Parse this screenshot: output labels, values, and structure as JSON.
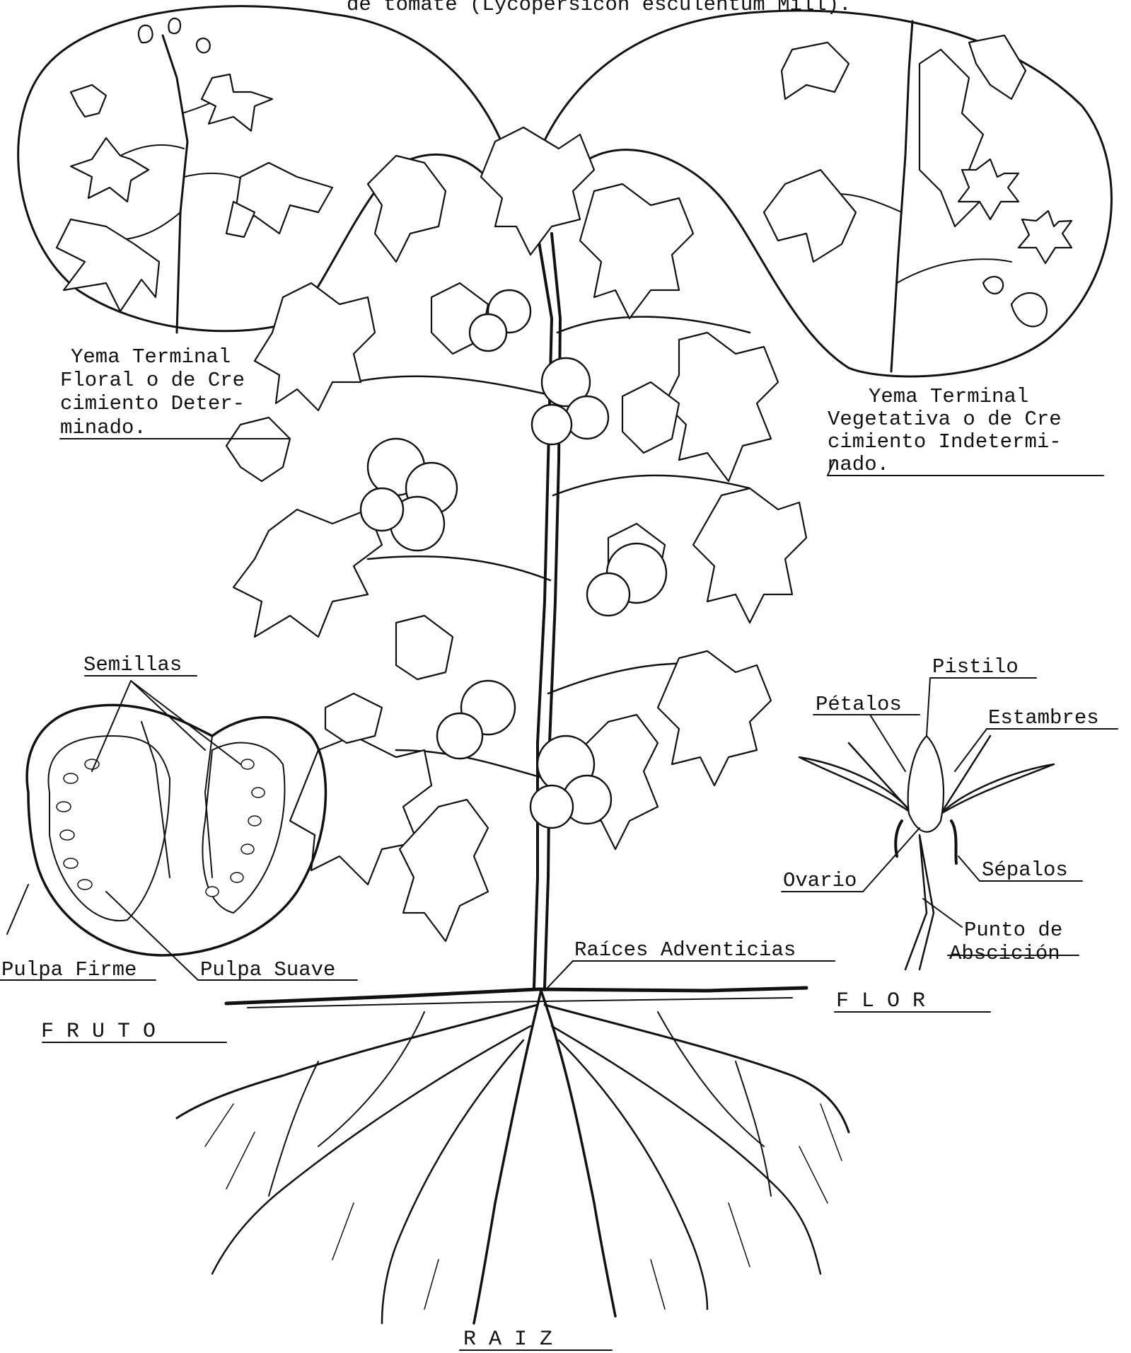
{
  "figure": {
    "header": "de tomate (Lycopersicon esculentum Mill).",
    "sections": {
      "fruit": "F R U T O",
      "flower": "F L O R",
      "root": "R A I Z"
    },
    "labels": {
      "determinate": [
        "Yema Terminal",
        "Floral o de Cre",
        "cimiento Deter-",
        "minado."
      ],
      "indeterminate": [
        "Yema Terminal",
        "Vegetativa o de Cre",
        "cimiento Indetermi-",
        "nado."
      ],
      "seeds": "Semillas",
      "firm_pulp": "Pulpa Firme",
      "soft_pulp": "Pulpa Suave",
      "adventitious_roots": "Raíces Adventicias",
      "pistil": "Pistilo",
      "petals": "Pétalos",
      "stamens": "Estambres",
      "ovary": "Ovario",
      "sepals": "Sépalos",
      "abscission": [
        "Punto de",
        "Abscición"
      ]
    }
  },
  "colors": {
    "ink": "#111111",
    "paper": "#ffffff"
  }
}
